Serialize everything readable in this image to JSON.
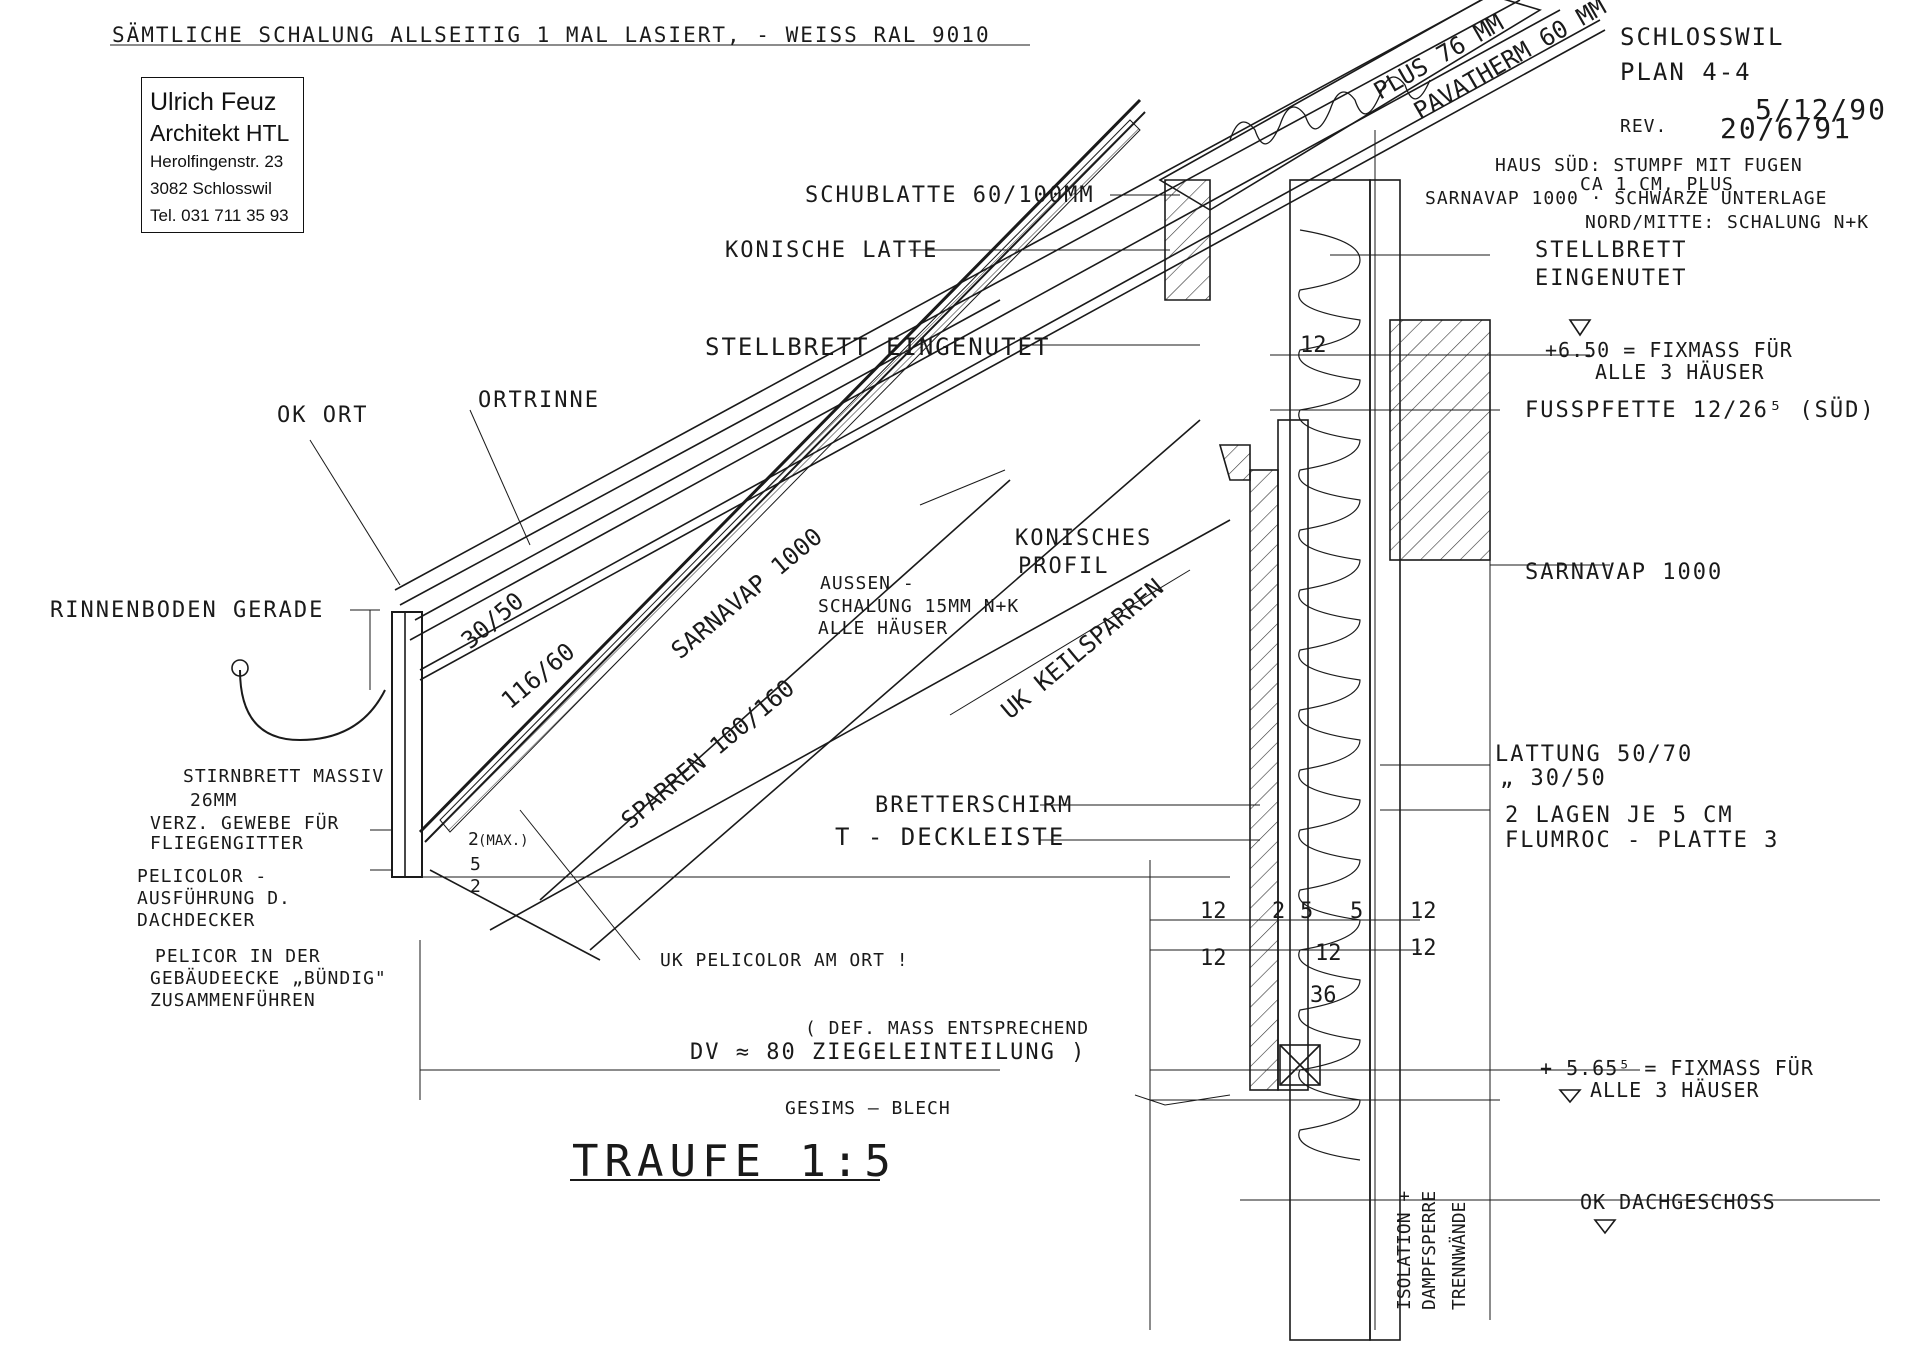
{
  "header_note": "SÄMTLICHE SCHALUNG ALLSEITIG 1 MAL LASIERT, - WEISS RAL 9010",
  "stamp": {
    "name": "Ulrich Feuz",
    "title": "Architekt HTL",
    "street": "Herolfingenstr. 23",
    "city": "3082 Schlosswil",
    "phone": "Tel. 031 711 35 93"
  },
  "plan_info": {
    "project": "SCHLOSSWIL",
    "plan_no": "PLAN 4-4",
    "rev_label": "REV.",
    "date1": "5/12/90",
    "date2": "20/6/91"
  },
  "drawing_title": "TRAUFE 1:5",
  "labels": {
    "top_cover": "PLUS 76 MM",
    "rafter_top": "PAVATHERM 60 MM",
    "counter_batten": "SCHUBLATTE 60/100MM",
    "conical_batten": "KONISCHE LATTE",
    "underlay_1": "HAUS SÜD: STUMPF MIT FUGEN",
    "underlay_2": "CA 1 CM, PLUS",
    "underlay_3": "SARNAVAP 1000 · SCHWARZE UNTERLAGE",
    "underlay_4": "NORD/MITTE: SCHALUNG N+K",
    "stellbrett_top_1": "STELLBRETT",
    "stellbrett_top_2": "EINGENUTET",
    "stellbrett_mid": "STELLBRETT EINGENUTET",
    "level_650_1": "+6.50 = FIXMASS FÜR",
    "level_650_2": "ALLE 3 HÄUSER",
    "fuss_pfette": "FUSSPFETTE 12/26⁵ (SÜD)",
    "ok_ort": "OK ORT",
    "ortrinne": "ORTRINNE",
    "konisches_profil_1": "KONISCHES",
    "konisches_profil_2": "PROFIL",
    "sarnavap_right": "SARNAVAP 1000",
    "sarnavap_slope": "SARNAVAP 1000",
    "rinnenboden": "RINNENBODEN GERADE",
    "dim_30_50": "30/50",
    "dim_116_60": "116/60",
    "aussen_1": "AUSSEN -",
    "aussen_2": "SCHALUNG 15MM N+K",
    "aussen_3": "ALLE HÄUSER",
    "uk_keilsparren": "UK KEILSPARREN",
    "sparren": "SPARREN 100/160",
    "stirnbrett_1": "STIRNBRETT MASSIV",
    "stirnbrett_2": "26MM",
    "verz_1": "VERZ. GEWEBE FÜR",
    "verz_2": "FLIEGENGITTER",
    "pelicolor_1": "PELICOLOR -",
    "pelicolor_2": "AUSFÜHRUNG D.",
    "pelicolor_3": "DACHDECKER",
    "pelicor_1": "PELICOR IN DER",
    "pelicor_2": "GEBÄUDEECKE „BÜNDIG\"",
    "pelicor_3": "ZUSAMMENFÜHREN",
    "bretterschirm": "BRETTERSCHIRM",
    "t_deckleiste": "T - DECKLEISTE",
    "lattung_1": "LATTUNG 50/70",
    "lattung_2": "„ 30/50",
    "lagen_1": "2 LAGEN JE 5 CM",
    "lagen_2": "FLUMROC - PLATTE 3",
    "uk_pelicolor": "UK PELICOLOR AM ORT !",
    "def_mass_1": "( DEF. MASS ENTSPRECHEND",
    "def_mass_2": "DV ≈ 80   ZIEGELEINTEILUNG )",
    "level_565_1": "+ 5.65⁵ = FIXMASS FÜR",
    "level_565_2": "ALLE 3 HÄUSER",
    "gesims": "GESIMS — BLECH",
    "ok_dachgeschoss": "OK DACHGESCHOSS",
    "isolation_1": "ISOLATION +",
    "isolation_2": "DAMPFSPERRE",
    "innenwand": "TRENNWÄNDE"
  },
  "dimensions": {
    "d12_top": "12",
    "d12_left": "12",
    "d2": "2",
    "d5a": "5",
    "d5b": "5",
    "d12_right": "12",
    "d12_row2_left": "12",
    "d12_row2_mid": "12",
    "d12_row2_right": "12",
    "d36": "36",
    "d2_5_1": "2",
    "d2_5_2": "5",
    "d2_5_3": "2",
    "max": "(MAX.)"
  }
}
